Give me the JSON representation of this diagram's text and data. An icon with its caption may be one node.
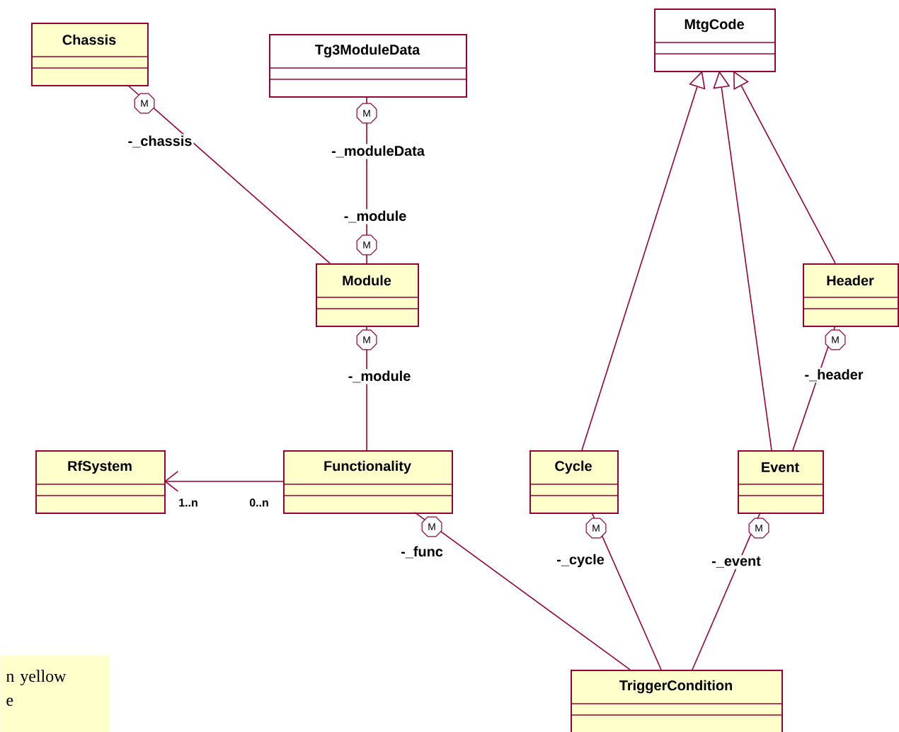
{
  "diagram": {
    "nodes": [
      {
        "text": [
          "Chassis"
        ]
      },
      {
        "text": [
          "Tg3ModuleData"
        ]
      },
      {
        "text": [
          "MtgCode"
        ]
      },
      {
        "text": [
          "Module"
        ]
      },
      {
        "text": [
          "Header"
        ]
      },
      {
        "text": [
          "RfSystem"
        ]
      },
      {
        "text": [
          "Functionality"
        ]
      },
      {
        "text": [
          "Cycle"
        ]
      },
      {
        "text": [
          "Event"
        ]
      },
      {
        "text": [
          "TriggerCondition"
        ]
      },
      {
        "text": [
          "n yellow e"
        ]
      }
    ],
    "edges": [
      {
        "from": 0,
        "to": 3,
        "arrow": "none"
      },
      {
        "from": 1,
        "to": 3,
        "arrow": "none"
      },
      {
        "from": 3,
        "to": 6,
        "arrow": "none"
      },
      {
        "from": 6,
        "to": 5,
        "arrow": "to"
      },
      {
        "from": 7,
        "to": 2,
        "arrow": "to"
      },
      {
        "from": 8,
        "to": 2,
        "arrow": "to"
      },
      {
        "from": 4,
        "to": 2,
        "arrow": "to"
      },
      {
        "from": 4,
        "to": 8,
        "arrow": "none"
      },
      {
        "from": 6,
        "to": 9,
        "arrow": "none"
      },
      {
        "from": 7,
        "to": 9,
        "arrow": "none"
      },
      {
        "from": 8,
        "to": 9,
        "arrow": "none"
      }
    ],
    "labels": [
      "M",
      "M",
      "-_chassis",
      "-_moduleData",
      "-_module",
      "M",
      "M",
      "M",
      "-_module",
      "-_header",
      "1..n",
      "0..n",
      "M",
      "M",
      "M",
      "-_func",
      "-_cycle",
      "-_event"
    ]
  }
}
